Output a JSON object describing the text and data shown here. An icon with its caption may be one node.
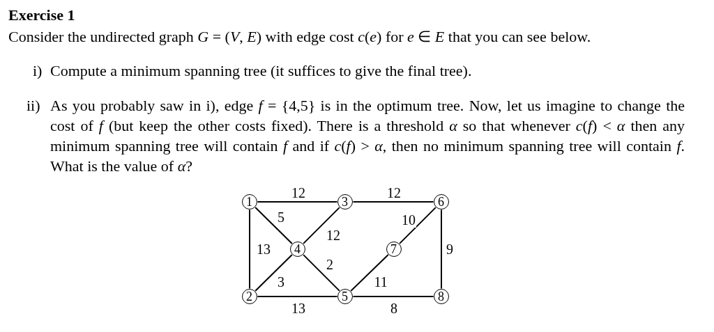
{
  "diagram": {
    "title": "Exercise 1",
    "nodes": [
      {
        "text": [
          "1"
        ]
      },
      {
        "text": [
          "2"
        ]
      },
      {
        "text": [
          "3"
        ]
      },
      {
        "text": [
          "4"
        ]
      },
      {
        "text": [
          "5"
        ]
      },
      {
        "text": [
          "6"
        ]
      },
      {
        "text": [
          "7"
        ]
      },
      {
        "text": [
          "8"
        ]
      }
    ],
    "edges": [
      {
        "from": 0,
        "to": 2,
        "arrow": "none",
        "label": "12"
      },
      {
        "from": 0,
        "to": 3,
        "arrow": "none",
        "label": "5"
      },
      {
        "from": 0,
        "to": 1,
        "arrow": "none",
        "label": "13"
      },
      {
        "from": 2,
        "to": 3,
        "arrow": "none",
        "label": "12"
      },
      {
        "from": 3,
        "to": 1,
        "arrow": "none",
        "label": "3"
      },
      {
        "from": 3,
        "to": 4,
        "arrow": "none",
        "label": "2"
      },
      {
        "from": 1,
        "to": 4,
        "arrow": "none",
        "label": "13"
      },
      {
        "from": 2,
        "to": 5,
        "arrow": "none",
        "label": "12"
      },
      {
        "from": 6,
        "to": 5,
        "arrow": "none",
        "label": "10"
      },
      {
        "from": 4,
        "to": 6,
        "arrow": "none",
        "label": "11"
      },
      {
        "from": 4,
        "to": 7,
        "arrow": "none",
        "label": "8"
      },
      {
        "from": 5,
        "to": 7,
        "arrow": "none",
        "label": "9"
      }
    ],
    "labels": [
      "Consider the undirected graph *G* = (*V*, *E*) with edge cost *c*(*e*) for *e* ∈ *E* that you can see below.",
      "i)",
      "Compute a minimum spanning tree (it suffices to give the final tree).",
      "ii)",
      "As you probably saw in i), edge *f* = {4,5} is in the optimum tree. Now, let us imagine to change the cost of *f* (but keep the other costs fixed). There is a threshold *α* so that whenever *c*(*f*) < *α* then any minimum spanning tree will contain *f* and if *c*(*f*) > *α*, then no minimum spanning tree will contain *f*. What is the value of *α*?"
    ]
  }
}
